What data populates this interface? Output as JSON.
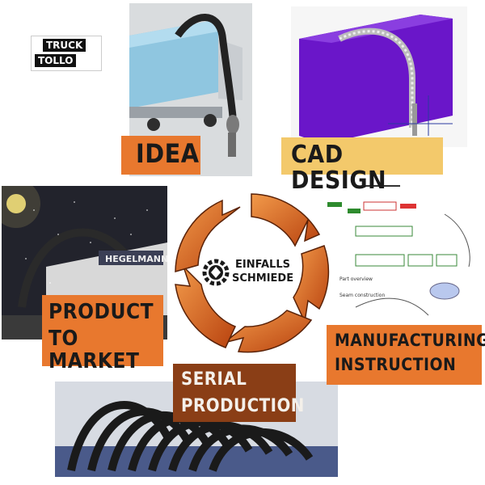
{
  "logo": {
    "line1": "TRUCK",
    "line2": "TOLLO"
  },
  "center_logo": {
    "line1": "EINFALLS",
    "line2": "SCHMIEDE"
  },
  "steps": {
    "idea": "IDEA",
    "cad": "CAD DESIGN",
    "product_line1": "PRODUCT",
    "product_line2": "TO MARKET",
    "manufacturing_line1": "MANUFACTURING",
    "manufacturing_line2": "INSTRUCTION",
    "serial_line1": "SERIAL",
    "serial_line2": "PRODUCTION"
  },
  "truck_side_text": "HEGELMANN",
  "manual": {
    "part_overview": "Part overview",
    "seam_construction": "Seam construction"
  },
  "colors": {
    "label_orange": "#e8782e",
    "label_yellow": "#f3c96b",
    "label_dark": "#8a3e16",
    "cad_purple": "#6a16c9",
    "cycle_orange": "#e06a20"
  }
}
